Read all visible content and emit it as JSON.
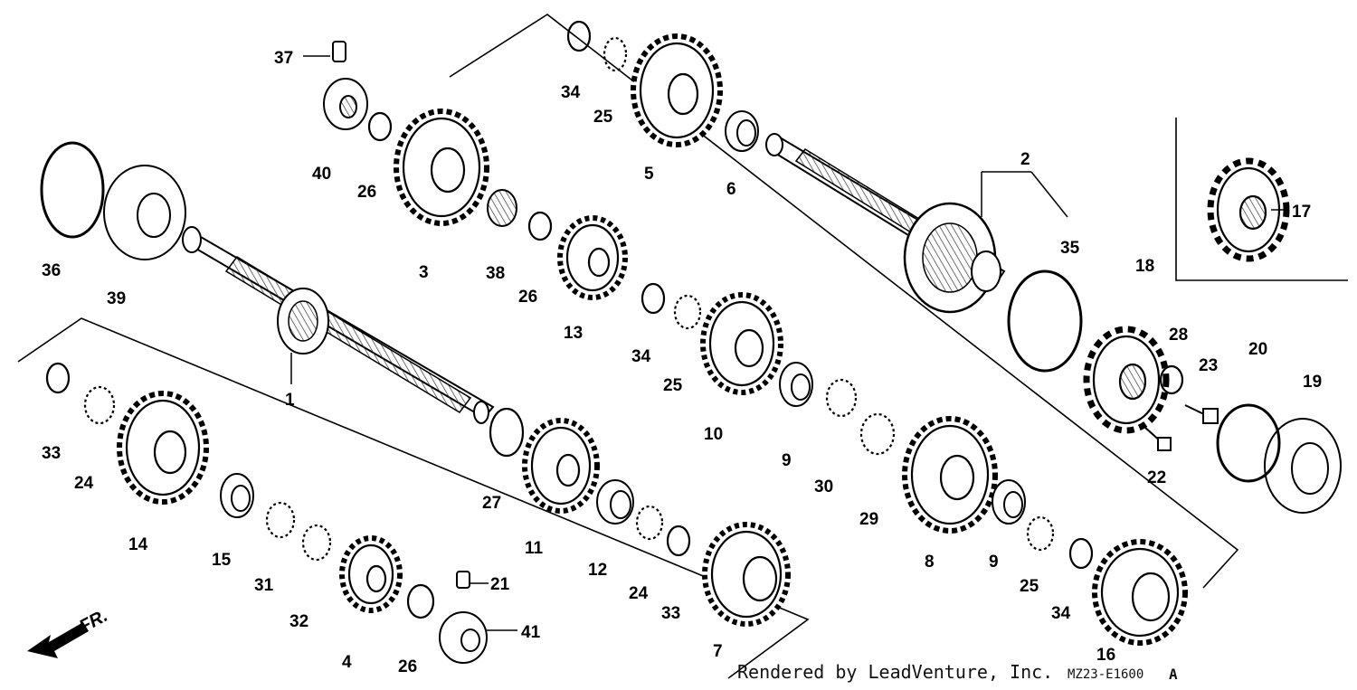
{
  "parts": [
    "1",
    "2",
    "3",
    "4",
    "5",
    "6",
    "7",
    "8",
    "9",
    "9",
    "10",
    "11",
    "12",
    "13",
    "14",
    "15",
    "16",
    "17",
    "18",
    "19",
    "20",
    "21",
    "22",
    "23",
    "24",
    "24",
    "25",
    "25",
    "25",
    "26",
    "26",
    "26",
    "27",
    "28",
    "29",
    "30",
    "31",
    "32",
    "33",
    "33",
    "34",
    "34",
    "34",
    "35",
    "36",
    "37",
    "38",
    "39",
    "40",
    "41"
  ],
  "direction_label": "FR.",
  "credit": "Rendered by LeadVenture, Inc.",
  "diagram_code": "MZ23-E1600",
  "revision_mark": "A"
}
